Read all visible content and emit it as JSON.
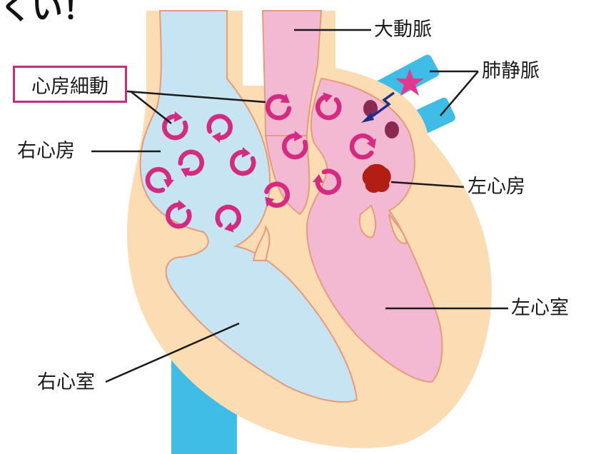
{
  "title_fragment": "くい！",
  "labels": {
    "atrial_fibrillation": "心房細動",
    "aorta": "大動脈",
    "pulmonary_vein": "肺静脈",
    "right_atrium": "右心房",
    "left_atrium": "左心房",
    "left_ventricle": "左心室",
    "right_ventricle": "右心室"
  },
  "colors": {
    "heart_wall": "#fbdcb3",
    "right_side": "#c6e4f2",
    "left_side": "#f3b9d3",
    "vessel_blue": "#3fbde6",
    "swirl": "#d42a82",
    "clot": "#b31e14",
    "star": "#e4388f",
    "box_border": "#c0307c"
  },
  "icons": [
    "swirl-arrow-icon",
    "star-icon",
    "zigzag-arrow-icon",
    "blood-clot-icon"
  ]
}
